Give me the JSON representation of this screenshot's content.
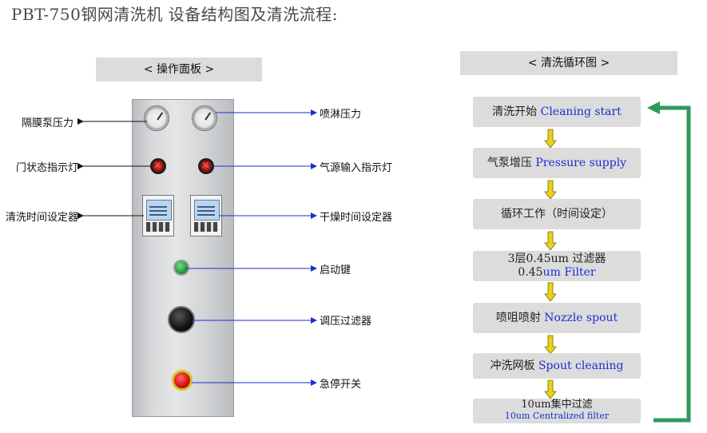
{
  "title": "PBT-750钢网清洗机 设备结构图及清洗流程:",
  "panel_header": "< 操作面板 >",
  "flow_header": "< 清洗循环图 >",
  "panel_labels": {
    "diaphragm_pump_pressure": "隔膜泵压力",
    "door_status_lamp": "门状态指示灯",
    "cleaning_timer": "清洗时间设定器",
    "spray_pressure": "喷淋压力",
    "air_input_lamp": "气源输入指示灯",
    "drying_timer": "干燥时间设定器",
    "start_key": "启动键",
    "pressure_filter": "调压过滤器",
    "emergency_stop": "急停开关"
  },
  "flow_steps": [
    {
      "cn": "清洗开始",
      "en": "Cleaning start"
    },
    {
      "cn": "气泵增压",
      "en": "Pressure supply"
    },
    {
      "cn": "循环工作（时间设定）",
      "en": ""
    },
    {
      "cn": "3层0.45um 过滤器",
      "cn2": "0.45",
      "en": "um Filter"
    },
    {
      "cn": "喷咀喷射",
      "en": "Nozzle spout"
    },
    {
      "cn": "冲洗网板",
      "en": "Spout cleaning"
    },
    {
      "cn": "10um集中过滤",
      "en": "10um Centralized filter"
    }
  ],
  "colors": {
    "arrow_blue": "#1a2fd0",
    "flow_arrow_yellow": "#e8d21a",
    "loop_green": "#2e9a5a",
    "box_grey": "#dcdcdc"
  }
}
